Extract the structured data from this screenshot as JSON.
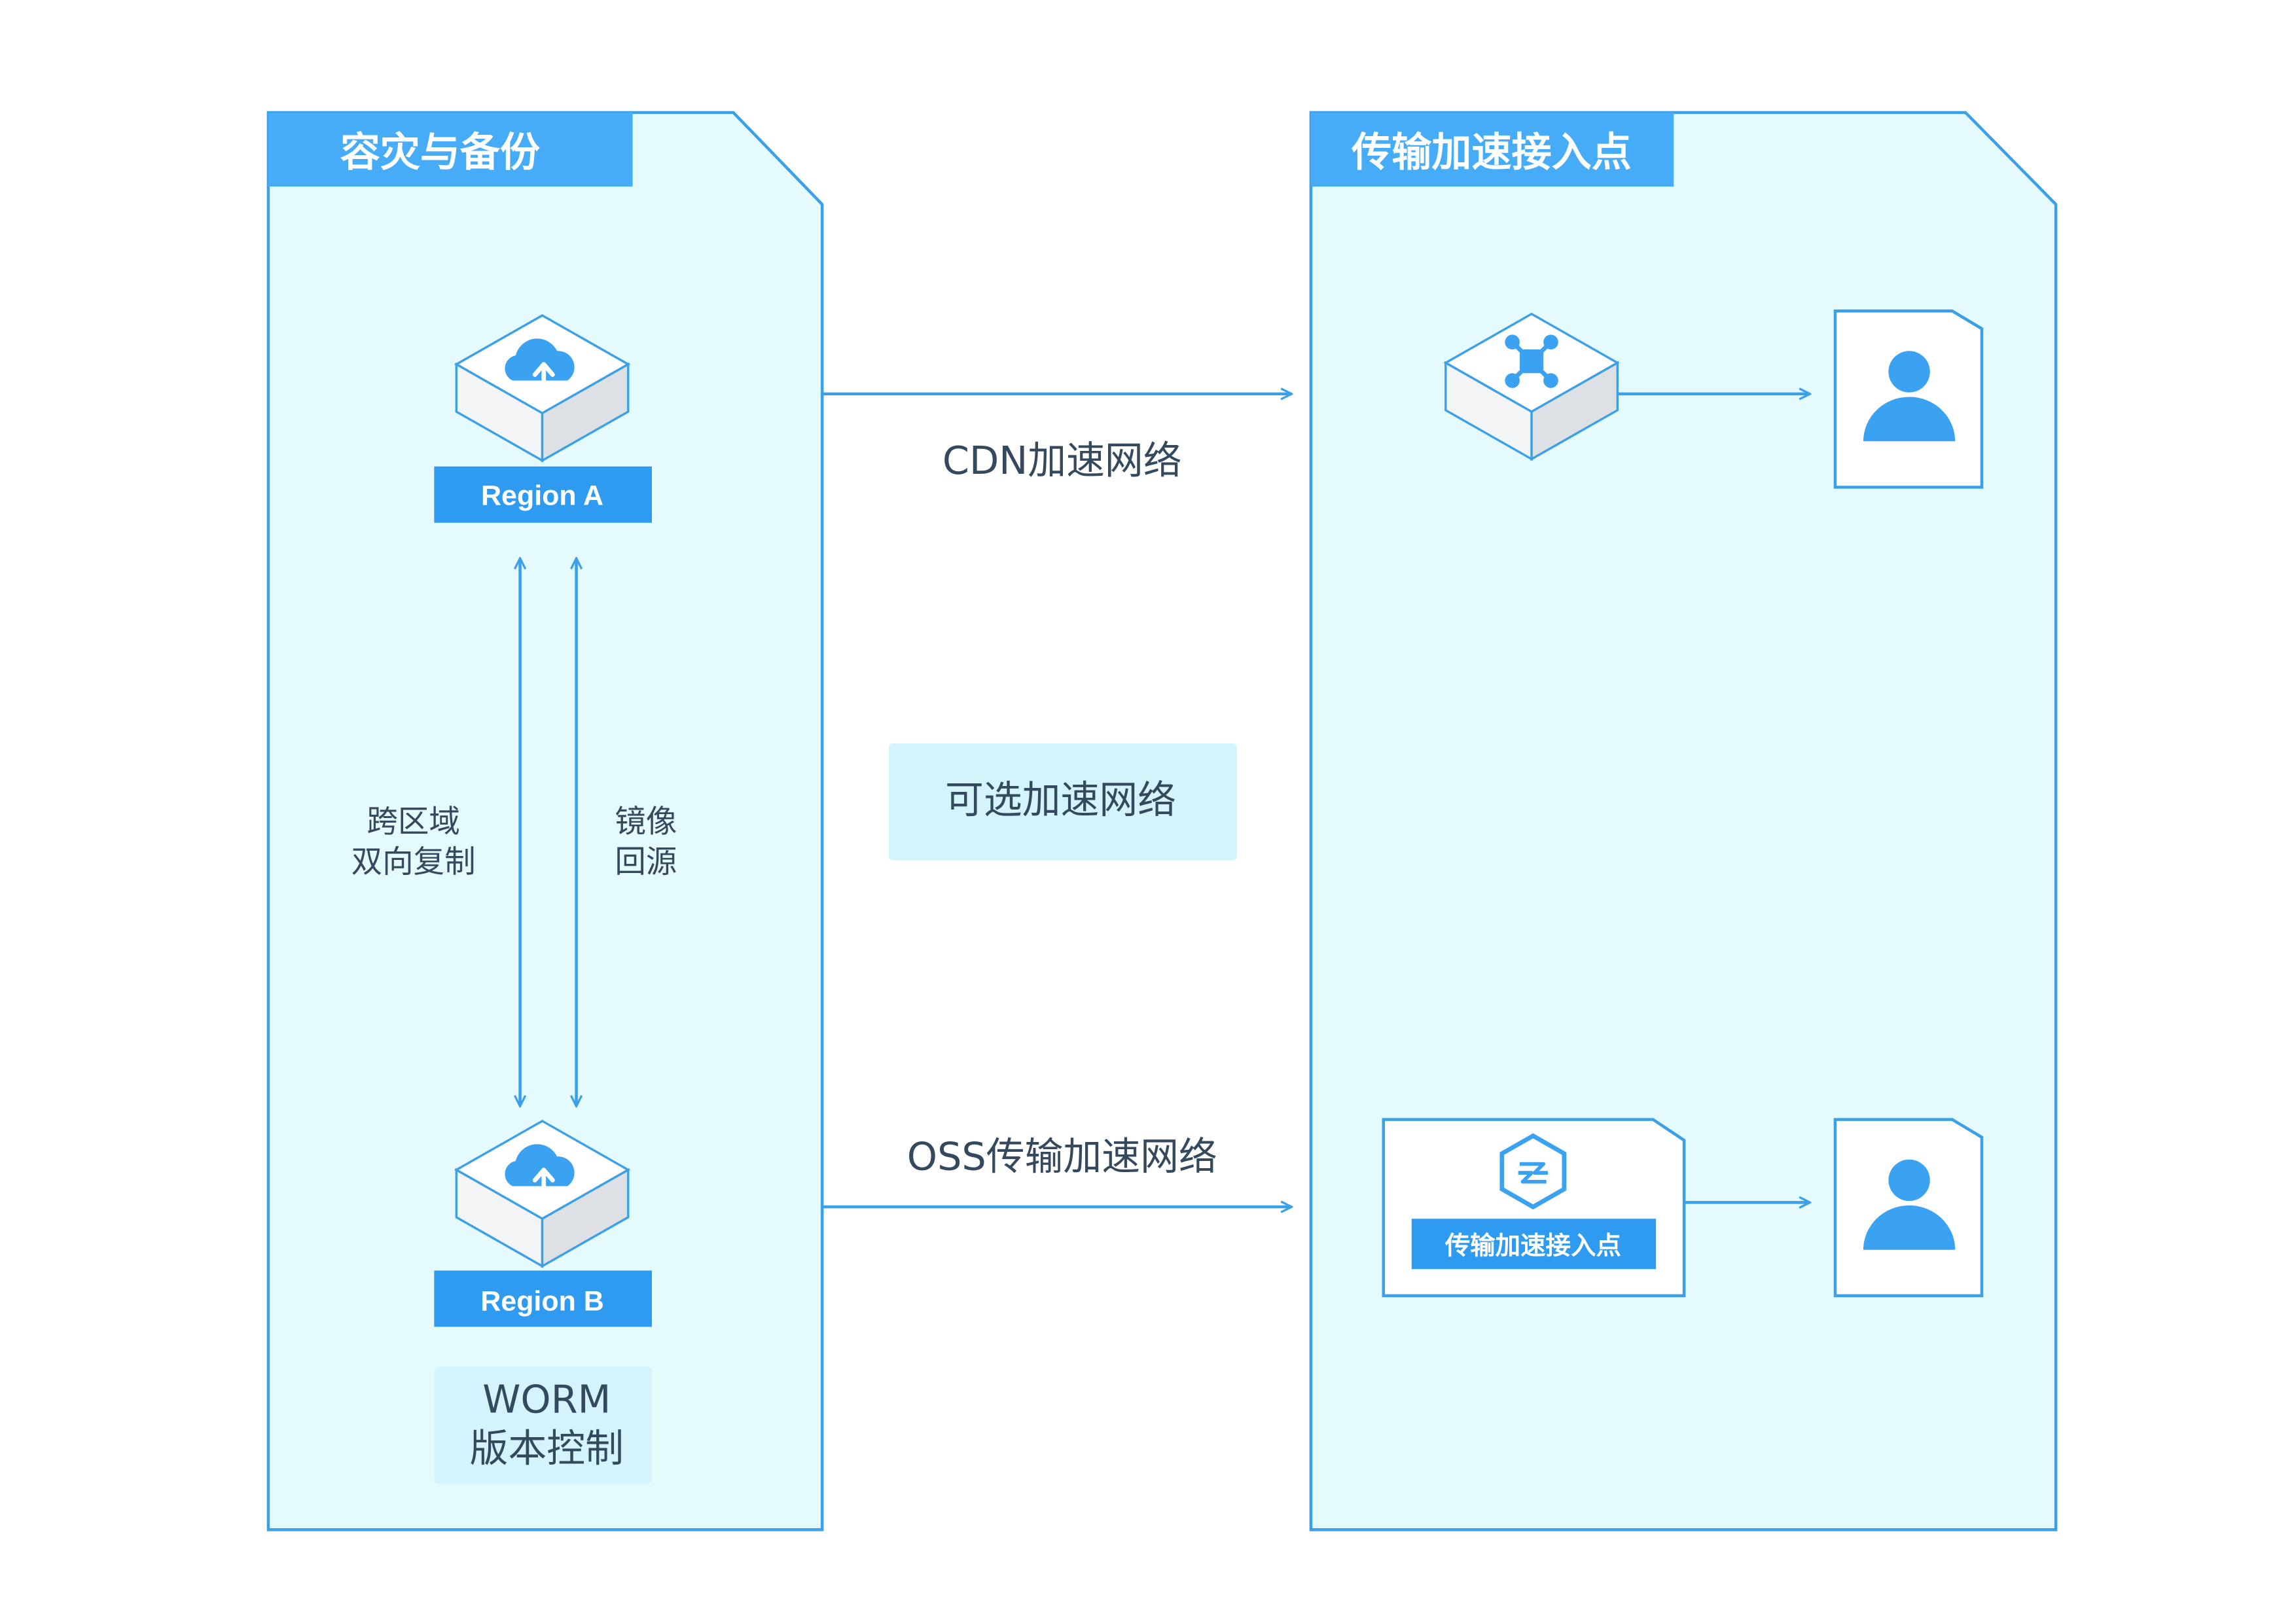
{
  "left_panel": {
    "title": "容灾与备份",
    "region_a": {
      "label": "Region A",
      "icon": "cloud-storage-icon"
    },
    "region_b": {
      "label": "Region B",
      "icon": "cloud-storage-icon"
    },
    "cross_region_label": [
      "跨区域",
      "双向复制"
    ],
    "mirror_label": [
      "镜像",
      "回源"
    ],
    "worm_box": [
      "WORM",
      "版本控制"
    ]
  },
  "right_panel": {
    "title": "传输加速接入点",
    "cdn_node_icon": "cdn-node-icon",
    "access_point_card": {
      "label": "传输加速接入点",
      "icon": "transfer-acceleration-icon"
    },
    "user_icon": "user-icon"
  },
  "middle": {
    "cdn_network_label": "CDN加速网络",
    "optional_network_label": "可选加速网络",
    "oss_network_label": "OSS传输加速网络"
  },
  "colors": {
    "panel_fill": "#e5fafd",
    "panel_stroke": "#3ca0e6",
    "tab_fill": "#46acf8",
    "label_fill": "#2e9bf0",
    "text_dark": "#34495e"
  }
}
